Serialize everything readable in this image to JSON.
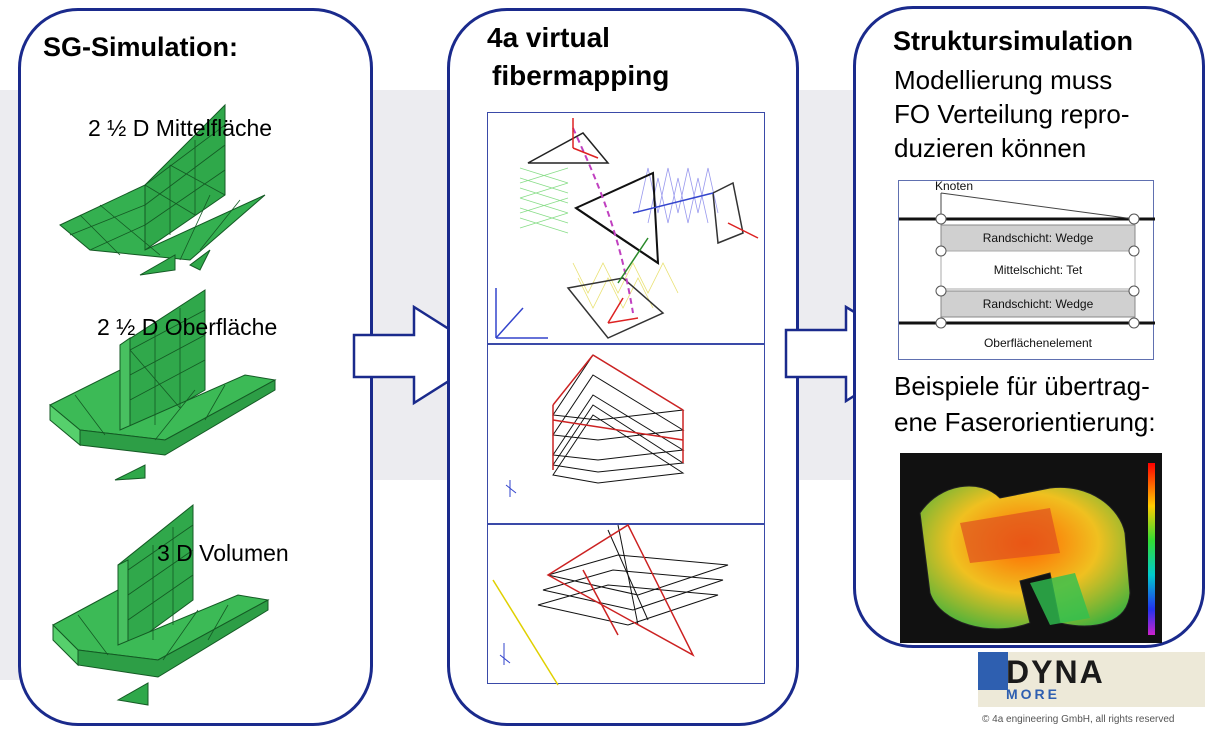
{
  "panel1": {
    "title": "SG-Simulation:",
    "labels": [
      "2 ½ D Mittelfläche",
      "2 ½ D Oberfläche",
      "3 D Volumen"
    ]
  },
  "panel2": {
    "title_line1": "4a virtual",
    "title_line2": "fibermapping"
  },
  "panel3": {
    "title": "Struktursimulation",
    "text_lines": [
      "Modellierung muss",
      "FO Verteilung repro-",
      "duzieren können"
    ],
    "diagram": {
      "node_label": "Knoten",
      "layers": [
        "Randschicht: Wedge",
        "Mittelschicht: Tet",
        "Randschicht: Wedge",
        "Oberflächenelement"
      ]
    },
    "examples_lines": [
      "Beispiele für übertrag-",
      "ene Faserorientierung:"
    ]
  },
  "logo": {
    "line1": "DYNA",
    "line2": "MORE"
  },
  "copyright": "© 4a engineering  GmbH, all rights reserved",
  "colors": {
    "panel_border": "#1a2a8c",
    "mesh_green": "#2fa84a",
    "mesh_dark": "#1d7a32"
  }
}
